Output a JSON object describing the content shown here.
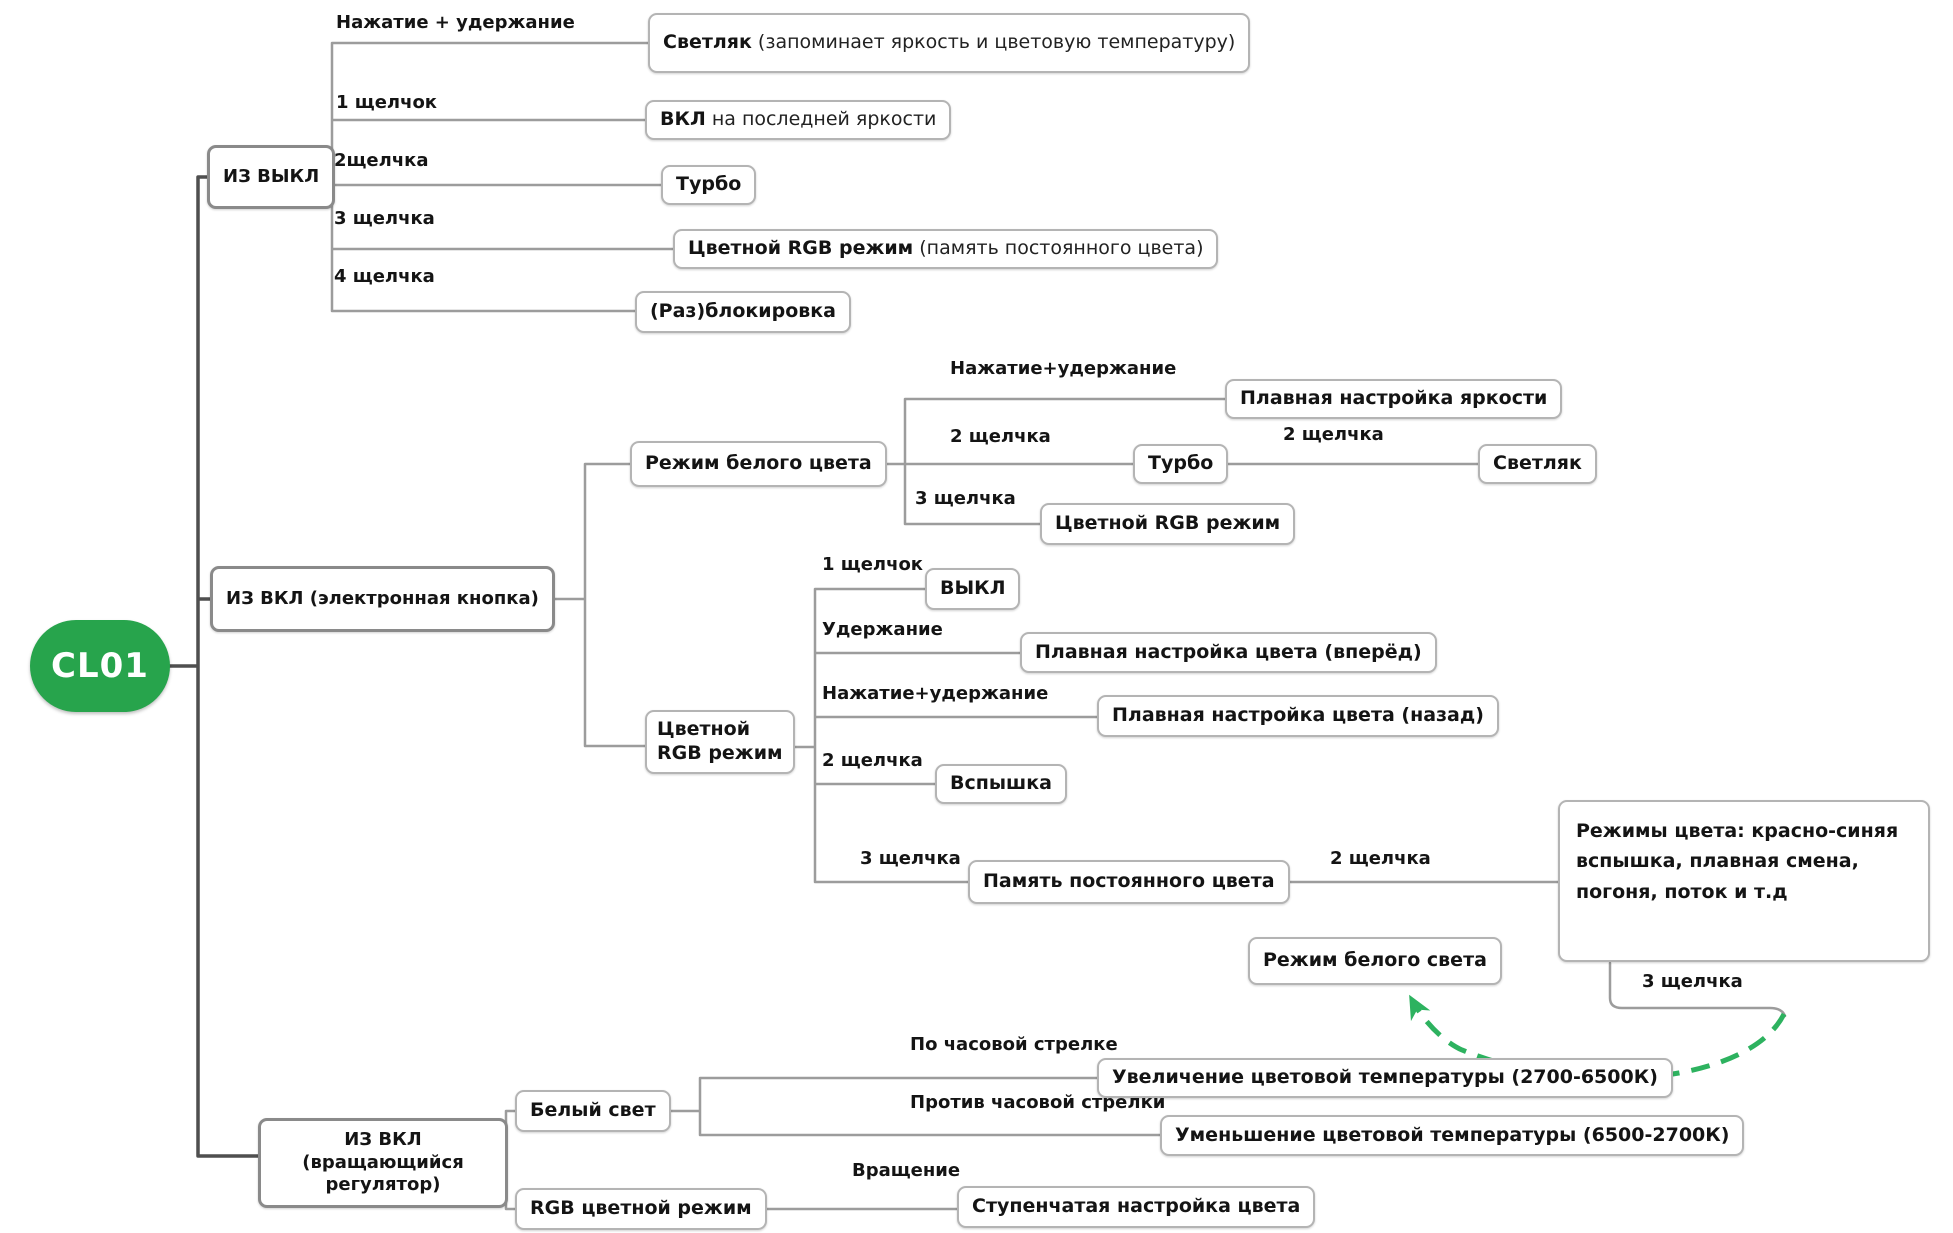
{
  "root": {
    "label": "CL01"
  },
  "colors": {
    "root_green": "#27a44c",
    "arrow_green": "#2db25f",
    "wire_gray": "#9c9c9c",
    "trunk_gray": "#4f4f4f"
  },
  "edge_labels": {
    "e_off_hold": "Нажатие + удержание",
    "e_off_1": "1 щелчок",
    "e_off_2": "2щелчка",
    "e_off_3": "3 щелчка",
    "e_off_4": "4 щелчка",
    "e_w_hold": "Нажатие+удержание",
    "e_w_2": "2 щелчка",
    "e_w_turbo_2": "2 щелчка",
    "e_w_3": "3 щелчка",
    "e_rgb_1": "1 щелчок",
    "e_rgb_hold": "Удержание",
    "e_rgb_presshold": "Нажатие+удержание",
    "e_rgb_2": "2 щелчка",
    "e_rgb_3": "3 щелчка",
    "e_mem_2": "2 щелчка",
    "e_modes_3": "3 щелчка",
    "e_cw": "По часовой стрелке",
    "e_ccw": "Против часовой стрелки",
    "e_rot": "Вращение"
  },
  "nodes": {
    "from_off": {
      "bold": "ИЗ ВЫКЛ"
    },
    "from_on_button": {
      "bold": "ИЗ ВКЛ (электронная кнопка)"
    },
    "from_on_rotary": {
      "bold": "ИЗ ВКЛ (вращающийся регулятор)"
    },
    "firefly_off": {
      "bold": "Светляк",
      "rest": " (запоминает яркость и цветовую температуру)"
    },
    "on_last": {
      "bold": "ВКЛ",
      "rest": " на последней яркости"
    },
    "turbo_off": {
      "bold": "Турбо"
    },
    "rgb_off": {
      "bold": "Цветной RGB режим",
      "rest": " (память постоянного цвета)"
    },
    "lock": {
      "bold": "(Раз)блокировка"
    },
    "white_mode": {
      "bold": "Режим белого цвета"
    },
    "smooth_brightness": {
      "bold": "Плавная настройка яркости"
    },
    "turbo_on": {
      "bold": "Турбо"
    },
    "firefly_on": {
      "bold": "Светляк"
    },
    "rgb_from_white": {
      "bold": "Цветной RGB режим"
    },
    "rgb_mode": {
      "bold": "Цветной RGB режим"
    },
    "off_node": {
      "bold": "ВЫКЛ"
    },
    "smooth_color_fwd": {
      "bold": "Плавная настройка цвета (вперёд)"
    },
    "smooth_color_back": {
      "bold": "Плавная настройка цвета (назад)"
    },
    "flash": {
      "bold": "Вспышка"
    },
    "color_memory": {
      "bold": "Память постоянного цвета"
    },
    "color_modes": {
      "bold": "Режимы цвета: красно-синяя вспышка, плавная смена, погоня, поток и т.д"
    },
    "white_light_mode": {
      "bold": "Режим белого света"
    },
    "white_light": {
      "bold": "Белый свет"
    },
    "cct_up": {
      "bold": "Увеличение цветовой температуры (2700-6500К)"
    },
    "cct_down": {
      "bold": "Уменьшение цветовой температуры (6500-2700К)"
    },
    "rgb_rotary": {
      "bold": "RGB цветной режим"
    },
    "step_color": {
      "bold": "Ступенчатая настройка цвета"
    }
  }
}
